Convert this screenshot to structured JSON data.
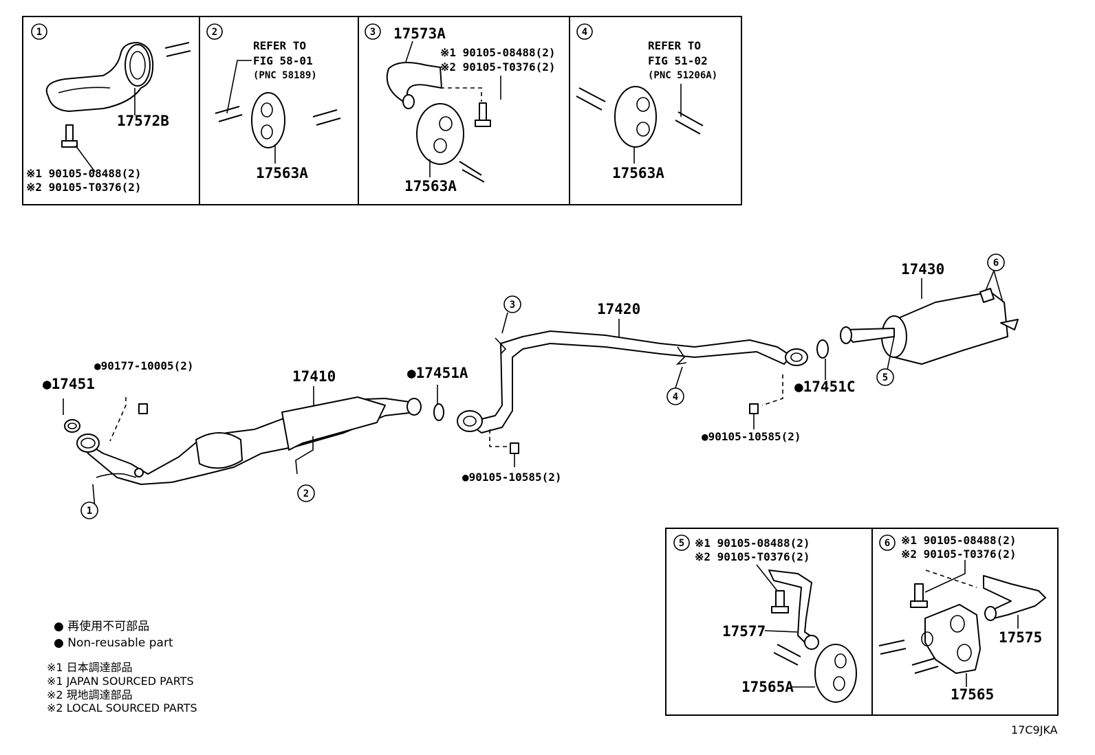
{
  "inset1": {
    "num": "1",
    "part": "17572B",
    "note1": "※1 90105-08488(2)",
    "note2": "※2 90105-T0376(2)"
  },
  "inset2": {
    "num": "2",
    "refer1": "REFER TO",
    "refer2": "FIG 58-01",
    "refer3": "(PNC 58189)",
    "part": "17563A"
  },
  "inset3": {
    "num": "3",
    "part_top": "17573A",
    "note1": "※1 90105-08488(2)",
    "note2": "※2 90105-T0376(2)",
    "part": "17563A"
  },
  "inset4": {
    "num": "4",
    "refer1": "REFER TO",
    "refer2": "FIG 51-02",
    "refer3": "(PNC 51206A)",
    "part": "17563A"
  },
  "main": {
    "p17451": "●17451",
    "p90177": "●90177-10005(2)",
    "p17410": "17410",
    "p17451A": "●17451A",
    "p90105a": "●90105-10585(2)",
    "p17420": "17420",
    "p17451C": "●17451C",
    "p90105b": "●90105-10585(2)",
    "p17430": "17430",
    "c1": "1",
    "c2": "2",
    "c3": "3",
    "c4": "4",
    "c5": "5",
    "c6": "6"
  },
  "inset5": {
    "num": "5",
    "note1": "※1 90105-08488(2)",
    "note2": "※2 90105-T0376(2)",
    "part_a": "17577",
    "part_b": "17565A"
  },
  "inset6": {
    "num": "6",
    "note1": "※1 90105-08488(2)",
    "note2": "※2 90105-T0376(2)",
    "part_a": "17575",
    "part_b": "17565"
  },
  "legend": {
    "jp_nonreuse": "● 再使用不可部品",
    "en_nonreuse": "● Non-reusable part",
    "jp_japan": "※1 日本調達部品",
    "en_japan": "※1 JAPAN SOURCED PARTS",
    "jp_local": "※2 現地調達部品",
    "en_local": "※2 LOCAL SOURCED PARTS"
  },
  "figure_code": "17C9JKA"
}
